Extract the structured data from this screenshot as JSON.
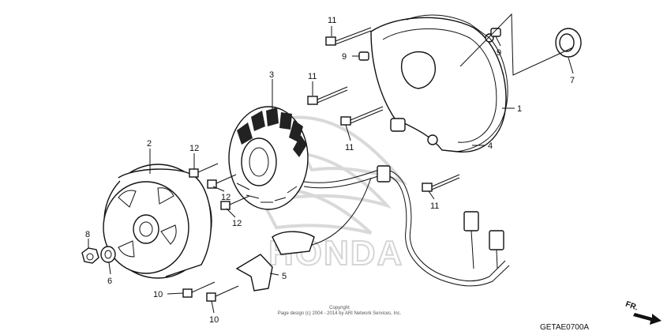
{
  "diagram": {
    "code": "GETAE0700A",
    "copyright_line1": "Copyright",
    "copyright_line2": "Page design (c) 2004 - 2014 by ARI Network Services, Inc.",
    "watermark_text": "HONDA",
    "direction_label": "FR."
  },
  "callouts": [
    {
      "id": "c11a",
      "label": "11"
    },
    {
      "id": "c9a",
      "label": "9"
    },
    {
      "id": "c9b",
      "label": "9"
    },
    {
      "id": "c7",
      "label": "7"
    },
    {
      "id": "c3",
      "label": "3"
    },
    {
      "id": "c11b",
      "label": "11"
    },
    {
      "id": "c1",
      "label": "1"
    },
    {
      "id": "c4",
      "label": "4"
    },
    {
      "id": "c11c",
      "label": "11"
    },
    {
      "id": "c11d",
      "label": "11"
    },
    {
      "id": "c2",
      "label": "2"
    },
    {
      "id": "c12a",
      "label": "12"
    },
    {
      "id": "c12b",
      "label": "12"
    },
    {
      "id": "c12c",
      "label": "12"
    },
    {
      "id": "c8",
      "label": "8"
    },
    {
      "id": "c6",
      "label": "6"
    },
    {
      "id": "c5",
      "label": "5"
    },
    {
      "id": "c10a",
      "label": "10"
    },
    {
      "id": "c10b",
      "label": "10"
    }
  ]
}
